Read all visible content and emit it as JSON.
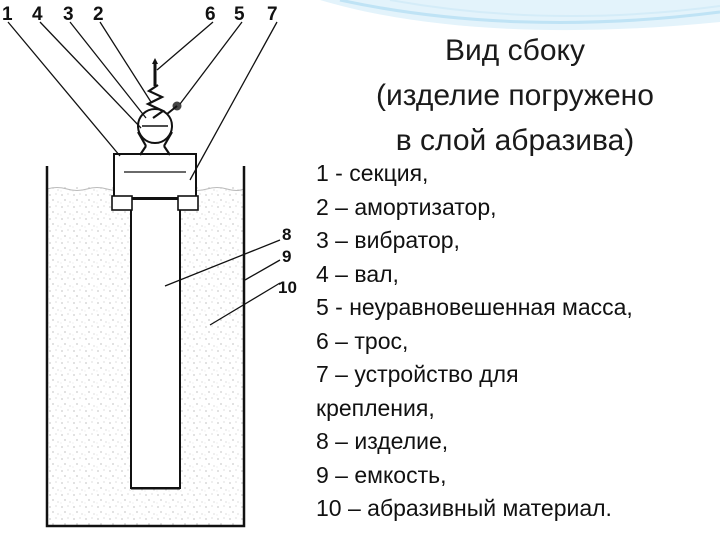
{
  "diagram": {
    "top_numbers": [
      "1",
      "4",
      "3",
      "2",
      "6",
      "5",
      "7"
    ],
    "side_numbers": [
      "8",
      "9",
      "10"
    ]
  },
  "title": {
    "line1": "Вид сбоку",
    "line2": "(изделие погружено",
    "line3": "в слой абразива)"
  },
  "legend": [
    "1 - секция,",
    "2 – амортизатор,",
    "3 – вибратор,",
    "4 – вал,",
    "5 - неуравновешенная масса,",
    "6 – трос,",
    "7 – устройство для",
    "крепления,",
    "8 – изделие,",
    "9 – емкость,",
    "10 – абразивный материал."
  ],
  "colors": {
    "accent_swoosh": "#bfe3f5",
    "line": "#111111",
    "background": "#ffffff"
  }
}
